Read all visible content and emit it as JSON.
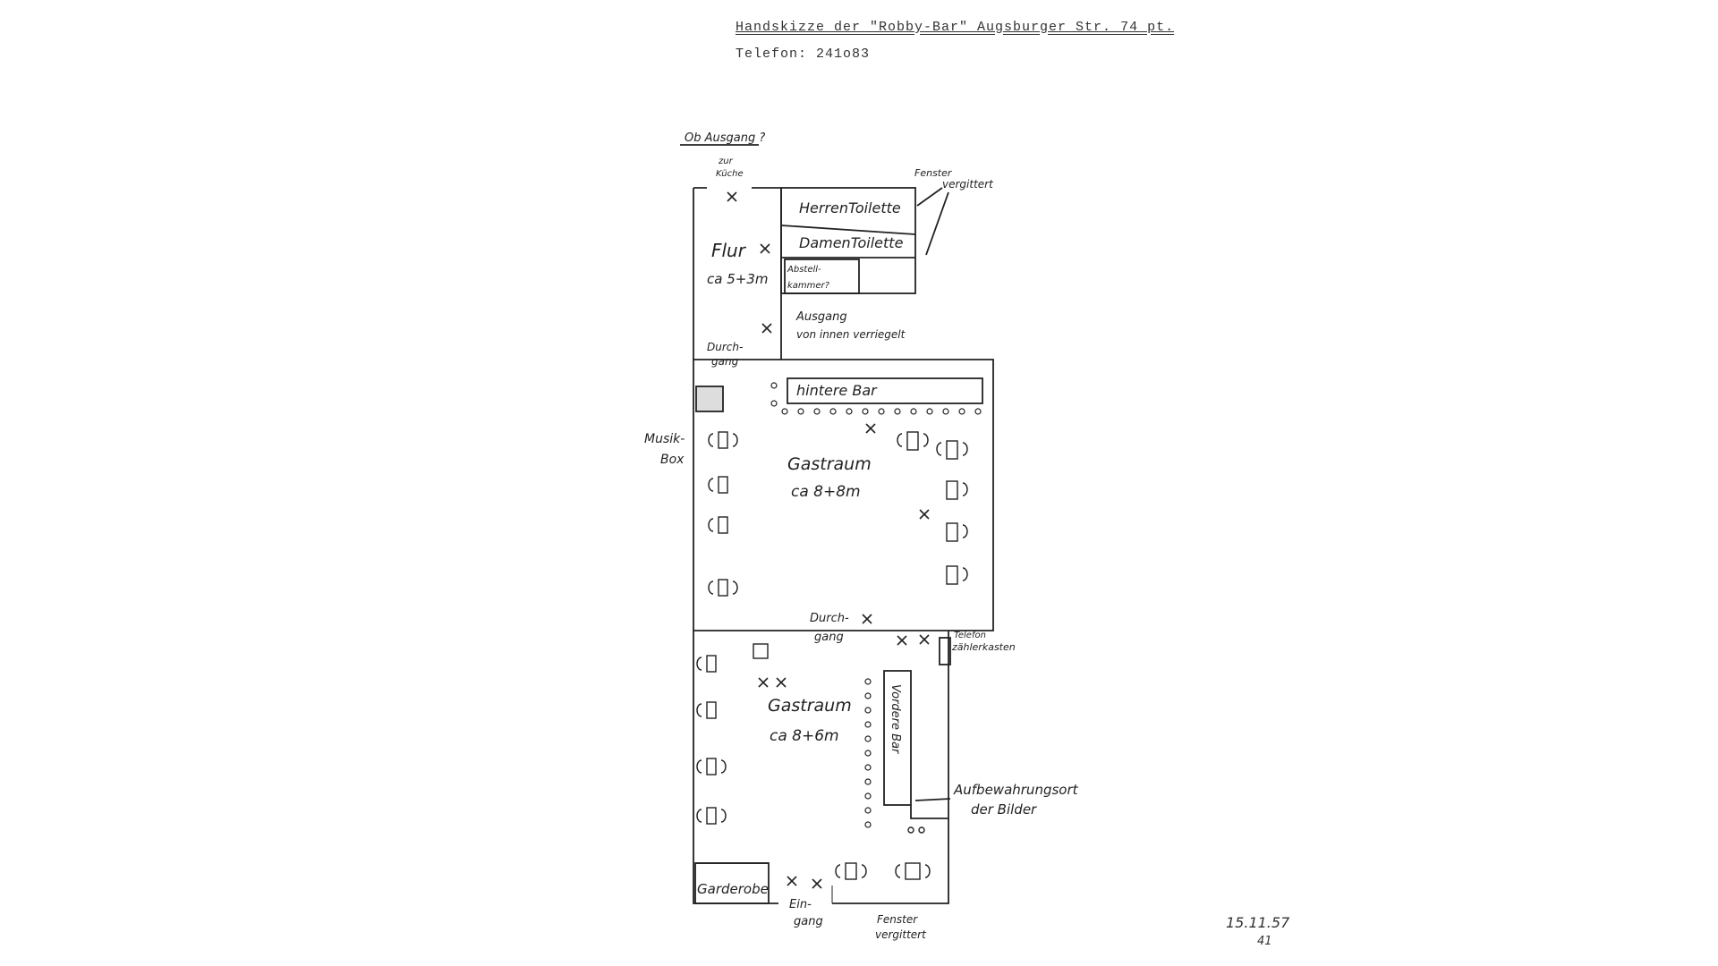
{
  "header": {
    "title": "Handskizze der \"Robby-Bar\" Augsburger Str. 74 pt.",
    "phone": "Telefon: 241o83"
  },
  "labels": {
    "ob_ausgang": "Ob Ausgang ?",
    "zur": "zur",
    "kueche": "Küche",
    "fenster_top_1": "Fenster",
    "fenster_top_2": "vergittert",
    "herren_toilette": "HerrenToilette",
    "damen_toilette": "DamenToilette",
    "abstell_1": "Abstell-",
    "abstell_2": "kammer?",
    "flur": "Flur",
    "flur_size": "ca 5+3m",
    "ausgang_1": "Ausgang",
    "ausgang_2": "von innen verriegelt",
    "durchgang1_1": "Durch-",
    "durchgang1_2": "gang",
    "musikbox_1": "Musik-",
    "musikbox_2": "Box",
    "hintere_bar": "hintere Bar",
    "gastraum1": "Gastraum",
    "gastraum1_size": "ca 8+8m",
    "durchgang2_1": "Durch-",
    "durchgang2_2": "gang",
    "telefon_1": "Telefon",
    "telefon_2": "zählerkasten",
    "gastraum2": "Gastraum",
    "gastraum2_size": "ca 8+6m",
    "vordere_bar": "Vordere Bar",
    "aufbewahrung_1": "Aufbewahrungsort",
    "aufbewahrung_2": "der Bilder",
    "garderobe": "Garderobe",
    "eingang_1": "Ein-",
    "eingang_2": "gang",
    "fenster_bottom_1": "Fenster",
    "fenster_bottom_2": "vergittert"
  },
  "stamps": {
    "date": "15.11.57",
    "page": "41"
  }
}
